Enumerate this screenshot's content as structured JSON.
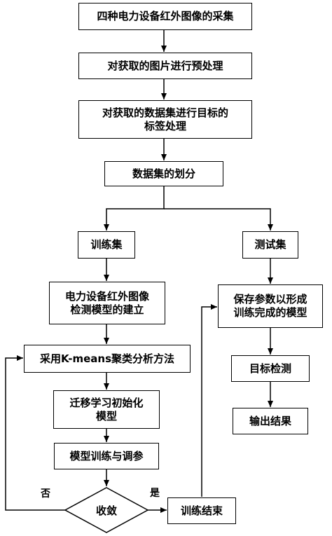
{
  "steps": {
    "collect": "四种电力设备红外图像的采集",
    "preprocess": "对获取的图片进行预处理",
    "label_line1": "对获取的数据集进行目标的",
    "label_line2": "标签处理",
    "split": "数据集的划分",
    "train_set": "训练集",
    "test_set": "测试集",
    "model_line1": "电力设备红外图像",
    "model_line2": "检测模型的建立",
    "kmeans": "采用K-means聚类分析方法",
    "transfer_line1": "迁移学习初始化",
    "transfer_line2": "模型",
    "train_tune": "模型训练与调参",
    "converge": "收敛",
    "train_end": "训练结束",
    "save_line1": "保存参数以形成",
    "save_line2": "训练完成的模型",
    "detect": "目标检测",
    "output": "输出结果"
  },
  "branch_labels": {
    "no": "否",
    "yes": "是"
  }
}
